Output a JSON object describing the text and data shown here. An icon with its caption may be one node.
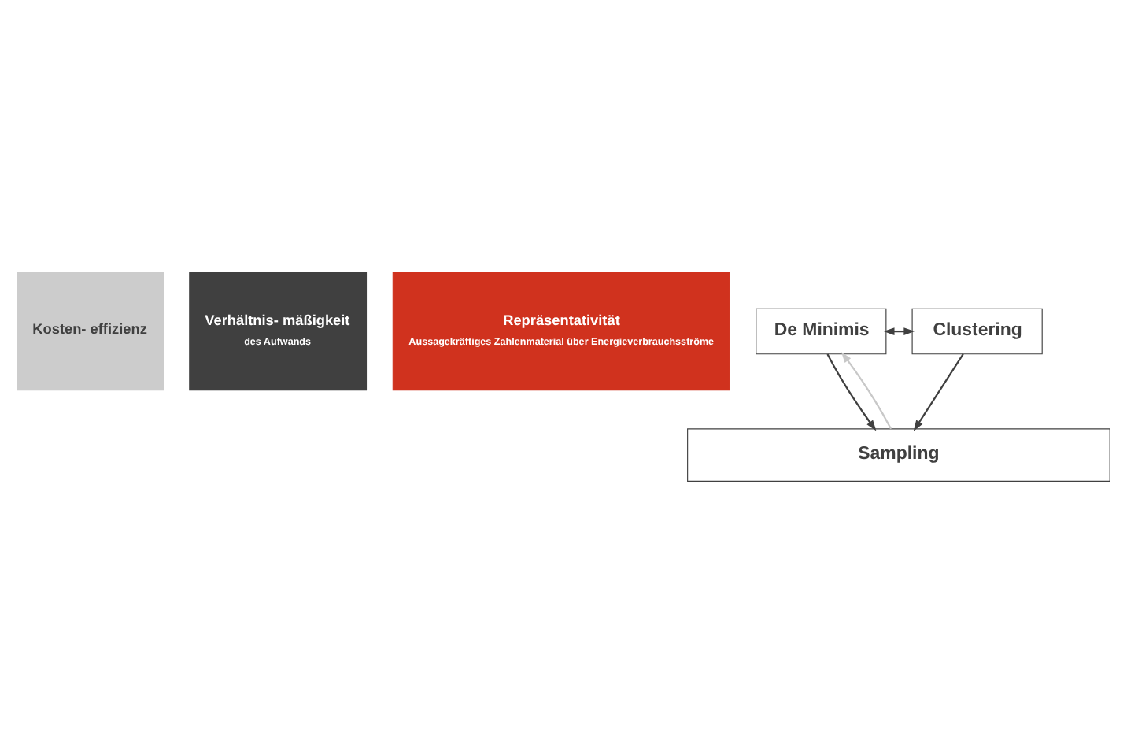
{
  "diagram": {
    "nodes": [
      {
        "text": [
          "Kosten- effizienz"
        ]
      },
      {
        "text": [
          "Verhältnis- mäßigkeit",
          "des Aufwands"
        ]
      },
      {
        "text": [
          "Repräsentativität",
          "Aussagekräftiges Zahlenmaterial über Energieverbrauchsströme"
        ]
      },
      {
        "text": [
          "De Minimis"
        ]
      },
      {
        "text": [
          "Clustering"
        ]
      },
      {
        "text": [
          "Sampling"
        ]
      }
    ],
    "edges": [
      {
        "from": 3,
        "to": 4,
        "arrow": "both"
      },
      {
        "from": 3,
        "to": 5,
        "arrow": "to"
      },
      {
        "from": 4,
        "to": 5,
        "arrow": "to"
      },
      {
        "from": 5,
        "to": 3,
        "arrow": "to",
        "color": "#c8c8c8"
      }
    ]
  }
}
